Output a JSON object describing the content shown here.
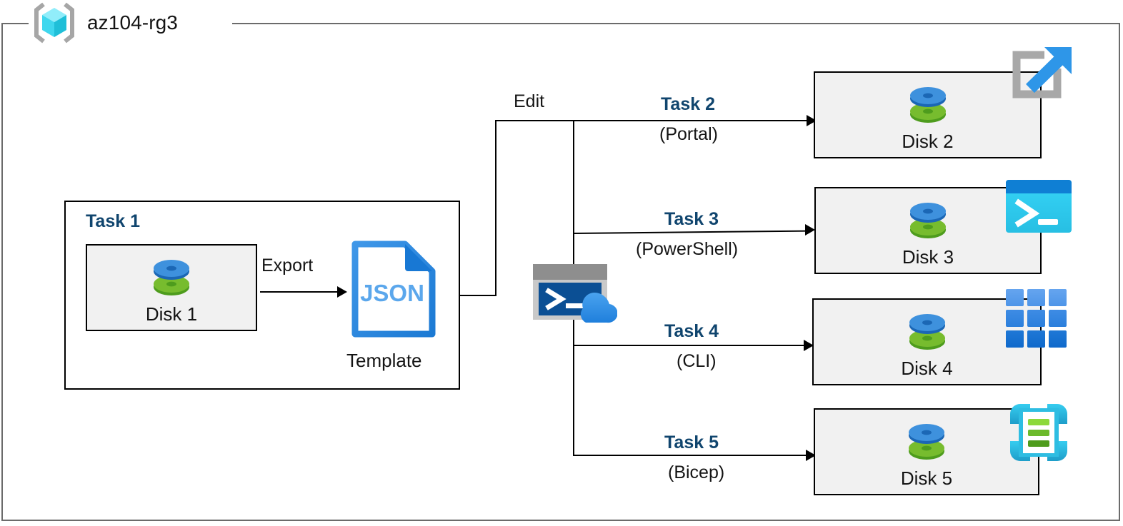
{
  "resource_group": {
    "name": "az104-rg3",
    "icon": "resource-group-cube-icon"
  },
  "colors": {
    "task_heading": "#10456e",
    "box_fill": "#f1f1f1",
    "box_border": "#000000",
    "frame_border": "#6b6b6b",
    "disk_top": "#3f8ddc",
    "disk_bottom": "#6bb12b",
    "azure_blue": "#2e8de4",
    "powershell_cyan": "#2fcdf2",
    "bicep_cyan": "#32c5ea",
    "bicep_green": "#6fba2c"
  },
  "task1": {
    "heading": "Task 1",
    "disk": {
      "label": "Disk 1",
      "icon": "managed-disk-icon"
    },
    "export_label": "Export",
    "template": {
      "file_text": "JSON",
      "label": "Template",
      "icon": "json-file-icon"
    }
  },
  "edit_label": "Edit",
  "cloud_shell": {
    "icon": "cloud-shell-icon",
    "prompt": ">_"
  },
  "branches": [
    {
      "task": "Task 2",
      "method": "(Portal)",
      "disk_label": "Disk 2",
      "disk_icon": "managed-disk-icon",
      "tool_icon": "azure-portal-icon"
    },
    {
      "task": "Task 3",
      "method": "(PowerShell)",
      "disk_label": "Disk 3",
      "disk_icon": "managed-disk-icon",
      "tool_icon": "powershell-icon"
    },
    {
      "task": "Task 4",
      "method": "(CLI)",
      "disk_label": "Disk 4",
      "disk_icon": "managed-disk-icon",
      "tool_icon": "azure-cli-icon"
    },
    {
      "task": "Task 5",
      "method": "(Bicep)",
      "disk_label": "Disk 5",
      "disk_icon": "managed-disk-icon",
      "tool_icon": "bicep-icon"
    }
  ]
}
